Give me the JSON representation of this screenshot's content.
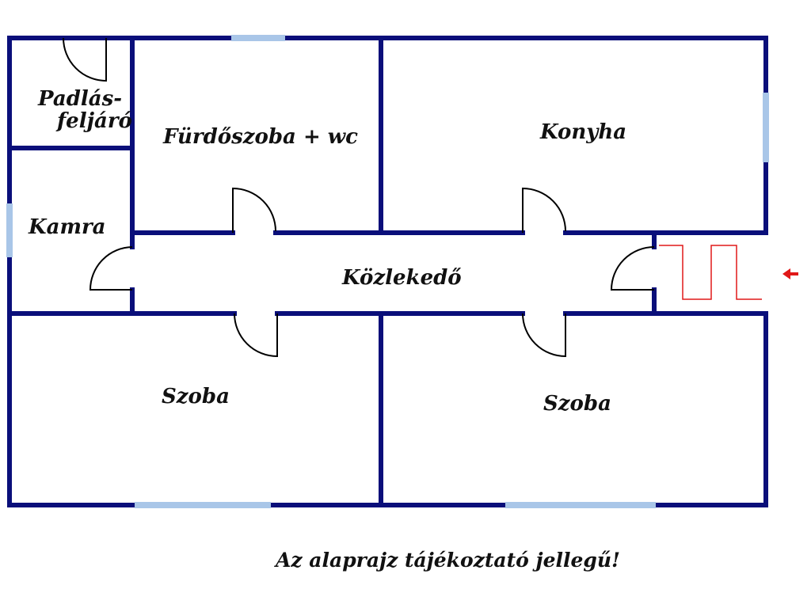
{
  "colors": {
    "wall": "#0a0f7a",
    "window": "#a9c6e8",
    "stair": "#e01818",
    "door": "#000000",
    "entrance_arrow": "#e01818",
    "background": "#ffffff"
  },
  "rooms": {
    "padlas_line1": "Padlás-",
    "padlas_line2": "feljáró",
    "furdoszoba": "Fürdőszoba + wc",
    "konyha": "Konyha",
    "kamra": "Kamra",
    "kozlekedo": "Közlekedő",
    "szoba_left": "Szoba",
    "szoba_right": "Szoba"
  },
  "caption": "Az alaprajz tájékoztató jellegű!",
  "icons": {
    "entrance": "arrow-left-icon",
    "stairs": "staircase-icon"
  }
}
